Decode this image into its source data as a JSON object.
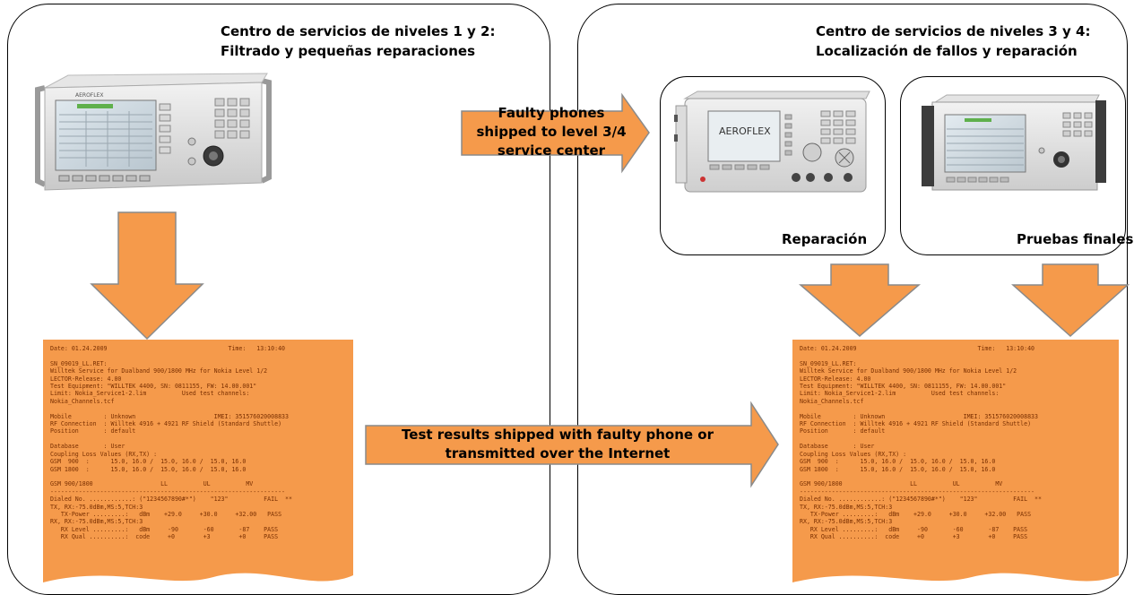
{
  "left_panel": {
    "title_line1": "Centro de servicios de niveles 1 y 2:",
    "title_line2": "Filtrado y pequeñas reparaciones"
  },
  "right_panel": {
    "title_line1": "Centro de servicios de niveles 3 y 4:",
    "title_line2": "Localización de fallos y reparación",
    "sub_repair_label": "Reparación",
    "sub_final_label": "Pruebas finales"
  },
  "arrow_top": {
    "line1": "Faulty phones",
    "line2": "shipped to level 3/4",
    "line3": "service center"
  },
  "arrow_bottom": {
    "line1": "Test results shipped with faulty phone or",
    "line2": "transmitted over the Internet"
  },
  "device_logo": "AEROFLEX",
  "report": {
    "lines": [
      "Date: 01.24.2009                                  Time:   13:10:40",
      "",
      "SN_09019_LL.RET:",
      "Willtek Service for Dualband 900/1800 MHz for Nokia Level 1/2",
      "LECTOR-Release: 4.00",
      "Test Equipment: \"WILLTEK 4400, SN: 0811155, FW: 14.00.001\"",
      "Limit: Nokia_Service1-2.lim          Used test channels:",
      "Nokia_Channels.tcf",
      "",
      "Mobile         : Unknown                      IMEI: 351576020008833",
      "RF Connection  : Willtek 4916 + 4921 RF Shield (Standard Shuttle)",
      "Position       : default",
      "",
      "Database       : User",
      "Coupling Loss Values (RX,TX) :",
      "GSM  900  :      15.0, 16.0 /  15.0, 16.0 /  15.0, 16.0",
      "GSM 1800  :      15.0, 16.0 /  15.0, 16.0 /  15.0, 16.0",
      "",
      "GSM 900/1800                   LL          UL          MV",
      "------------------------------------------------------------------",
      "Dialed No. ............: (\"1234567890#*\")    \"123\"          FAIL  **",
      "TX, RX:-75.0dBm,MS:5,TCH:3",
      "   TX-Power .........:   dBm    +29.0     +30.0     +32.00   PASS",
      "RX, RX:-75.0dBm,MS:5,TCH:3",
      "   RX Level .........:   dBm     -90       -60       -87    PASS",
      "   RX Qual ..........:  code     +0        +3        +0     PASS"
    ]
  },
  "colors": {
    "arrow_fill": "#f59a4b",
    "arrow_stroke": "#8a8a8a",
    "report_fill": "#f59a4b"
  }
}
